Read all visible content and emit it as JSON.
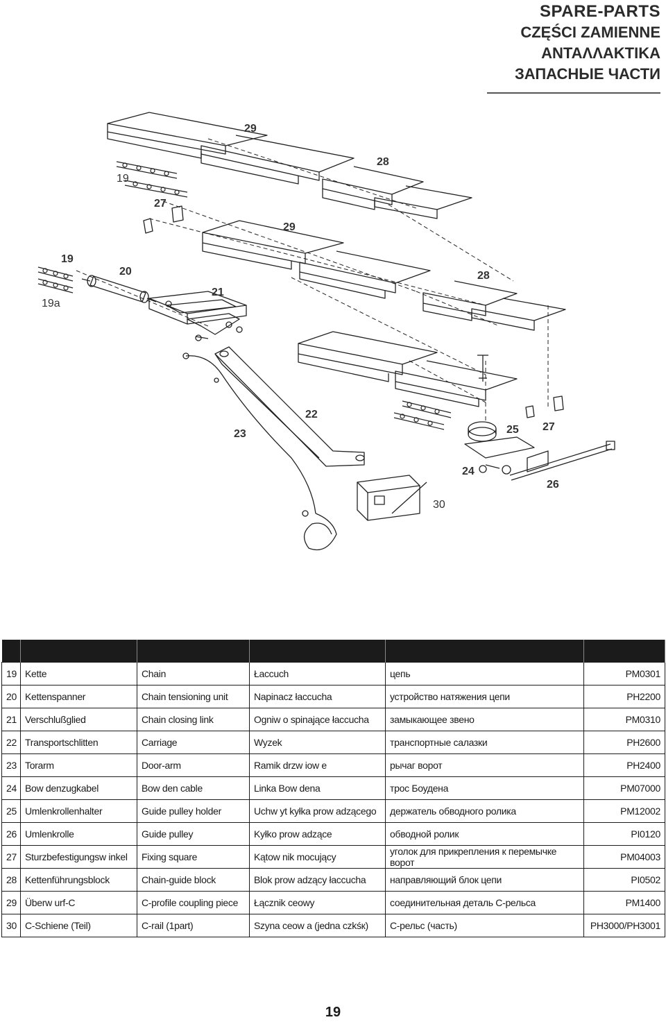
{
  "header": {
    "title_1": "SPARE-PARTS",
    "title_2": "CZĘŚCI ZAMIENNE",
    "title_3": "ΑΝΤΑΛΛΑΚΤΙΚΑ",
    "title_4": "ЗАПАСНЫЕ ЧАСТИ"
  },
  "diagram": {
    "labels": [
      "29",
      "28",
      "19",
      "27",
      "29",
      "19",
      "20",
      "19a",
      "28",
      "21",
      "22",
      "23",
      "25",
      "27",
      "24",
      "26",
      "30"
    ]
  },
  "parts": [
    {
      "no": "19",
      "de": "Kette",
      "en": "Chain",
      "pl": "Łaccuch",
      "ru": "цепь",
      "code": "PM0301"
    },
    {
      "no": "20",
      "de": "Kettenspanner",
      "en": "Chain tensioning unit",
      "pl": "Napinacz łaccucha",
      "ru": "устройство натяжения цепи",
      "code": "PH2200"
    },
    {
      "no": "21",
      "de": "Verschlußglied",
      "en": "Chain closing link",
      "pl": "Ogniw o spinające łaccucha",
      "ru": "замыкающее звено",
      "code": "PM0310"
    },
    {
      "no": "22",
      "de": "Transportschlitten",
      "en": "Carriage",
      "pl": "Wyzek",
      "ru": "транспортные салазки",
      "code": "PH2600"
    },
    {
      "no": "23",
      "de": "Torarm",
      "en": "Door-arm",
      "pl": "Ramik drzw iow e",
      "ru": "рычаг ворот",
      "code": "PH2400"
    },
    {
      "no": "24",
      "de": "Bow denzugkabel",
      "en": "Bow den cable",
      "pl": "Linka Bow dena",
      "ru": "трос Боудена",
      "code": "PM07000"
    },
    {
      "no": "25",
      "de": "Umlenkrollenhalter",
      "en": "Guide pulley holder",
      "pl": "Uchw yt kyłka prow adzącego",
      "ru": "держатель обводного ролика",
      "code": "PM12002"
    },
    {
      "no": "26",
      "de": "Umlenkrolle",
      "en": "Guide pulley",
      "pl": "Kyłko prow adzące",
      "ru": "обводной ролик",
      "code": "PI0120"
    },
    {
      "no": "27",
      "de": "Sturzbefestigungsw inkel",
      "en": "Fixing square",
      "pl": "Kątow nik mocujący",
      "ru": "уголок для прикрепления к перемычке ворот",
      "code": "PM04003"
    },
    {
      "no": "28",
      "de": "Kettenführungsblock",
      "en": "Chain-guide block",
      "pl": "Blok prow adzący łaccucha",
      "ru": "направляющий блок цепи",
      "code": "PI0502"
    },
    {
      "no": "29",
      "de": "Überw urf-C",
      "en": "C-profile coupling piece",
      "pl": "Łącznik ceowy",
      "ru": "соединительная деталь С-рельса",
      "code": "PM1400"
    },
    {
      "no": "30",
      "de": "C-Schiene (Teil)",
      "en": "C-rail (1part)",
      "pl": "Szyna ceow a (jedna czkśк)",
      "ru": "С-рельс (часть)",
      "code": "PH3000/PH3001"
    }
  ],
  "page": {
    "number": "19"
  }
}
